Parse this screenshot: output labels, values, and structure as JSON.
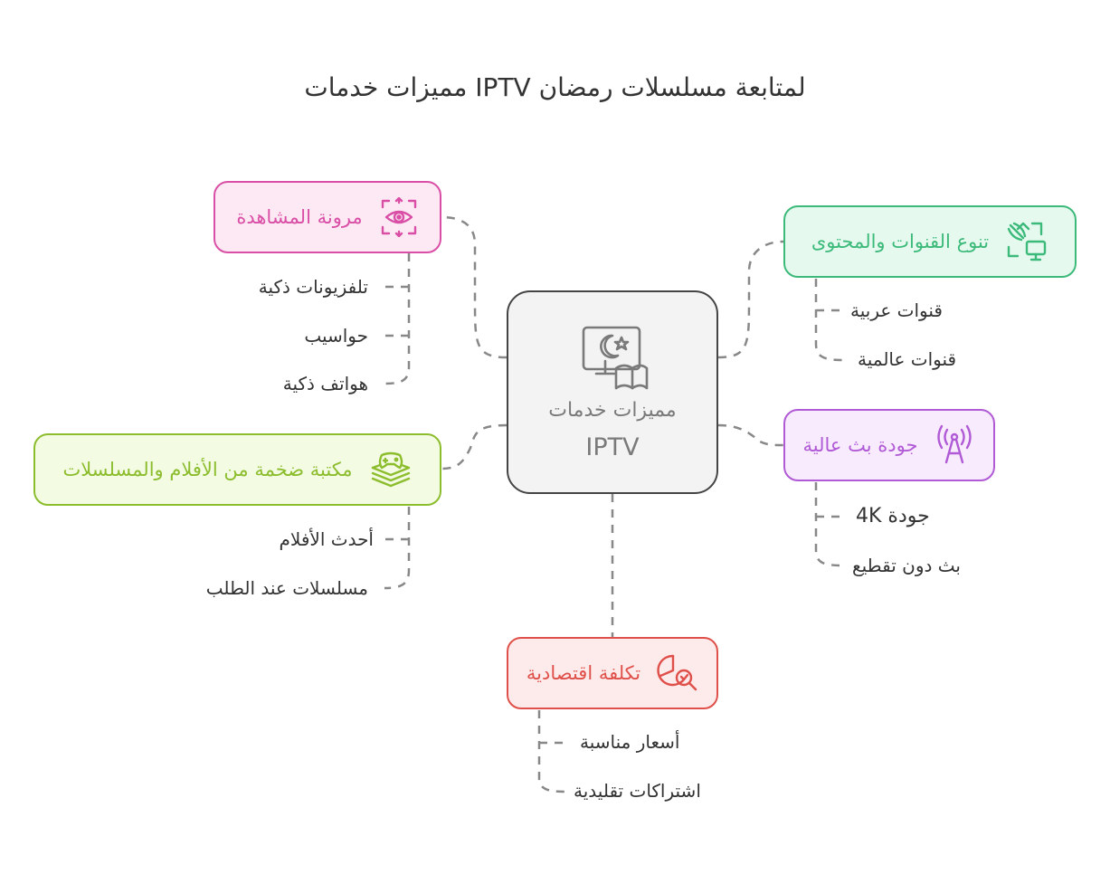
{
  "title": "لمتابعة مسلسلات رمضان IPTV مميزات خدمات",
  "center": {
    "line1": "مميزات خدمات",
    "line2": "IPTV"
  },
  "branches": {
    "viewing": {
      "label": "مرونة المشاهدة",
      "color": "#d94fa6",
      "fill": "#fde9f4",
      "icon": "eye-scan-icon",
      "items": [
        "تلفزيونات ذكية",
        "حواسيب",
        "هواتف ذكية"
      ]
    },
    "library": {
      "label": "مكتبة ضخمة من الأفلام والمسلسلات",
      "color": "#8bbd2d",
      "fill": "#f4fbe3",
      "icon": "layers-gamepad-icon",
      "items": [
        "أحدث الأفلام",
        "مسلسلات عند الطلب"
      ]
    },
    "channels": {
      "label": "تنوع القنوات والمحتوى",
      "color": "#3cba7a",
      "fill": "#e6f9ef",
      "icon": "satellite-monitor-icon",
      "items": [
        "قنوات عربية",
        "قنوات عالمية"
      ]
    },
    "quality": {
      "label": "جودة بث عالية",
      "color": "#b15ad6",
      "fill": "#f7ebfd",
      "icon": "broadcast-tower-icon",
      "items": [
        "جودة 4K",
        "بث دون تقطيع"
      ]
    },
    "cost": {
      "label": "تكلفة اقتصادية",
      "color": "#e0504a",
      "fill": "#fdeaea",
      "icon": "pie-chart-search-icon",
      "items": [
        "أسعار مناسبة",
        "اشتراكات تقليدية"
      ]
    }
  }
}
